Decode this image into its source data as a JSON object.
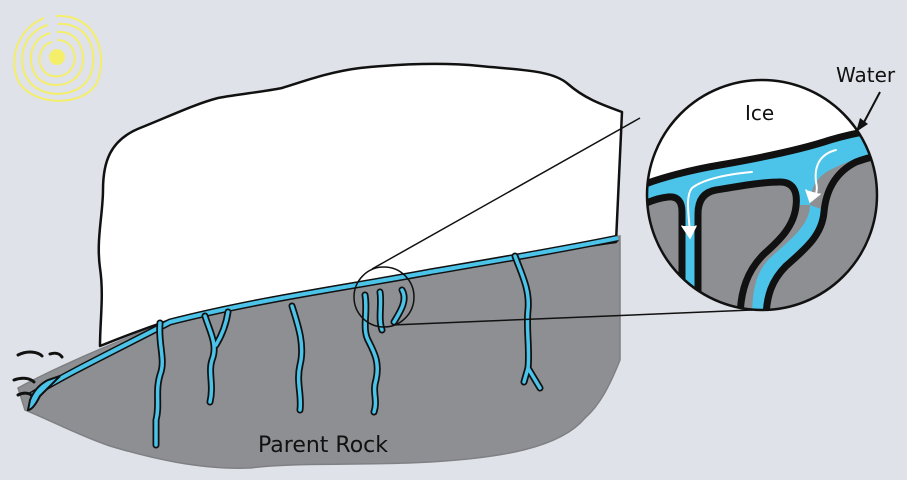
{
  "labels": {
    "ice": "Ice",
    "water": "Water",
    "parent_rock": "Parent Rock"
  },
  "colors": {
    "background": "#dfe2e8",
    "rock": "#8e8f93",
    "ice": "#ffffff",
    "water": "#4cc3e8",
    "sun": "#f4ee6a",
    "outline": "#111111"
  },
  "icons": {
    "sun": "sun-icon"
  }
}
